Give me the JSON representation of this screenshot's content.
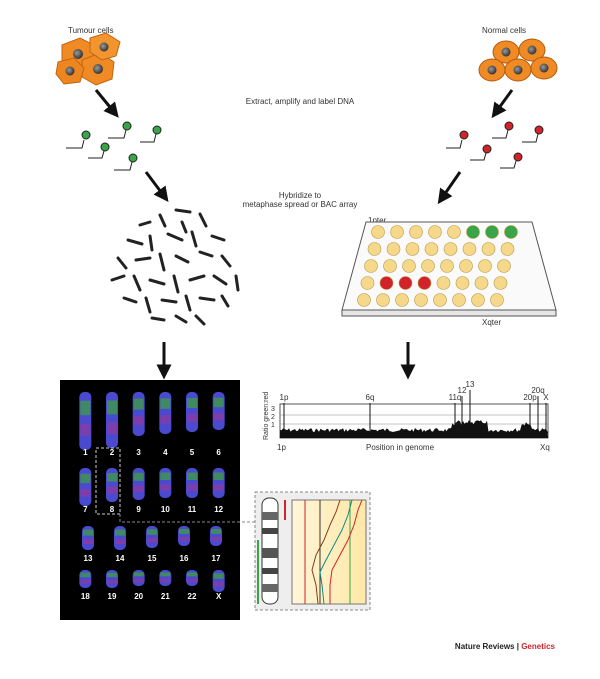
{
  "labels": {
    "tumour": "Tumour cells",
    "normal": "Normal cells",
    "extract": "Extract, amplify and label DNA",
    "hybridize_line1": "Hybridize to",
    "hybridize_line2": "metaphase spread or BAC array",
    "pter": "1pter",
    "qter": "Xqter"
  },
  "plot": {
    "ylabel": "Ratio green:red",
    "xlabel": "Position in genome",
    "start": "1p",
    "end": "Xq",
    "yticks": [
      "3",
      "2",
      "1"
    ],
    "markers": [
      "1p",
      "6q",
      "11q",
      "12",
      "13",
      "20p",
      "20q",
      "X"
    ]
  },
  "karyotype": {
    "chromosomes": [
      "1",
      "2",
      "3",
      "4",
      "5",
      "6",
      "7",
      "8",
      "9",
      "10",
      "11",
      "12",
      "13",
      "14",
      "15",
      "16",
      "17",
      "18",
      "19",
      "20",
      "21",
      "22",
      "X"
    ]
  },
  "array_dots": [
    [
      "y",
      "y",
      "y",
      "y",
      "y",
      "g",
      "g",
      "g"
    ],
    [
      "y",
      "y",
      "y",
      "y",
      "y",
      "y",
      "y",
      "y"
    ],
    [
      "y",
      "y",
      "y",
      "y",
      "y",
      "y",
      "y",
      "y"
    ],
    [
      "y",
      "r",
      "r",
      "r",
      "y",
      "y",
      "y",
      "y"
    ],
    [
      "y",
      "y",
      "y",
      "y",
      "y",
      "y",
      "y",
      "y"
    ]
  ],
  "colors": {
    "tumour_cell": "#f08a24",
    "probe_green": "#3aa548",
    "probe_red": "#d2232a",
    "array_dot": "#f5d88a"
  },
  "footer": {
    "journal": "Nature Reviews",
    "separator": " | ",
    "section": "Genetics"
  }
}
